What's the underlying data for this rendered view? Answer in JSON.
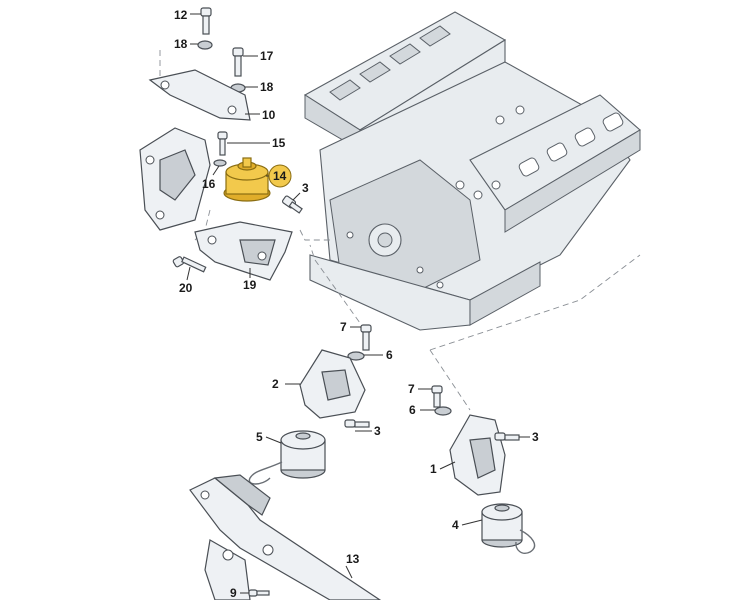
{
  "diagram": {
    "callouts": [
      {
        "id": "12",
        "label": "12"
      },
      {
        "id": "18a",
        "label": "18"
      },
      {
        "id": "17",
        "label": "17"
      },
      {
        "id": "18b",
        "label": "18"
      },
      {
        "id": "10",
        "label": "10"
      },
      {
        "id": "15",
        "label": "15"
      },
      {
        "id": "14",
        "label": "14"
      },
      {
        "id": "16",
        "label": "16"
      },
      {
        "id": "3a",
        "label": "3"
      },
      {
        "id": "20",
        "label": "20"
      },
      {
        "id": "19",
        "label": "19"
      },
      {
        "id": "7a",
        "label": "7"
      },
      {
        "id": "6a",
        "label": "6"
      },
      {
        "id": "2",
        "label": "2"
      },
      {
        "id": "3b",
        "label": "3"
      },
      {
        "id": "5",
        "label": "5"
      },
      {
        "id": "7b",
        "label": "7"
      },
      {
        "id": "6b",
        "label": "6"
      },
      {
        "id": "3c",
        "label": "3"
      },
      {
        "id": "1",
        "label": "1"
      },
      {
        "id": "4",
        "label": "4"
      },
      {
        "id": "13",
        "label": "13"
      },
      {
        "id": "9",
        "label": "9"
      }
    ],
    "highlight": {
      "part": "14",
      "color": "#f2c94c"
    }
  }
}
